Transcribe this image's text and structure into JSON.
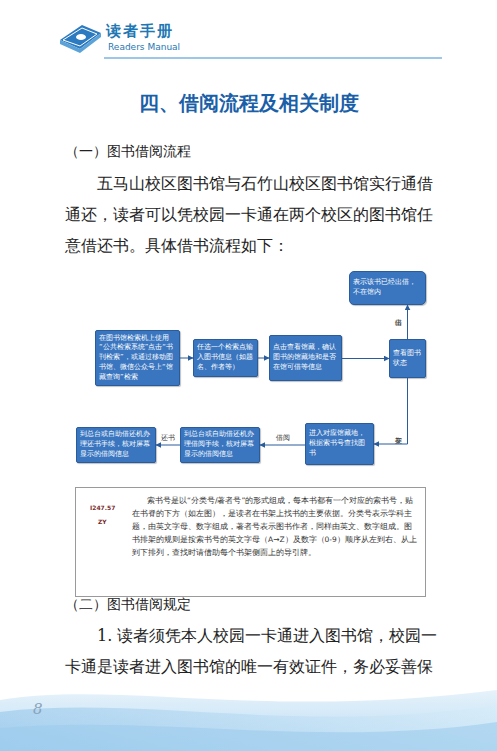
{
  "diagram": {
    "title": "四、借阅流程及相关制度",
    "nodes": [
      {
        "text": [
          "在图书馆检索机上使用“公共检索系统”点击“书刊检索”，或通过移动图书馆、微信公众号上“馆藏查询”检索"
        ]
      },
      {
        "text": [
          "任选一个检索点输入图书信息（如题名、作者等）"
        ]
      },
      {
        "text": [
          "点击查看馆藏，确认图书的馆藏地和是否在馆可借等信息"
        ]
      },
      {
        "text": [
          "查看图书状态"
        ]
      },
      {
        "text": [
          "表示该书已经出借，不在馆内"
        ]
      },
      {
        "text": [
          "进入对应馆藏地，根据索书号查找图书"
        ]
      },
      {
        "text": [
          "到总台或自助借还机办理借阅手续，核对屏幕显示的借阅信息"
        ]
      },
      {
        "text": [
          "到总台或自助借还机办理还书手续，核对屏幕显示的借阅信息"
        ]
      },
      {
        "text": [
          "索书号是以“分类号/著者号”的形式组成，每本书都有一个对应的索书号，贴在书脊的下方（如左图），是读者在书架上找书的主要依据。分类号表示学科主题，由英文字母、数字组成，著者号表示图书作者，同样由英文、数字组成。图书排架的规则是按索书号的英文字母（A→Z）及数字（0-9）顺序从左到右、从上到下排列，查找时请借助每个书架侧面上的导引牌。"
        ]
      }
    ],
    "edges": [
      {
        "from": 0,
        "to": 1,
        "arrow": "to"
      },
      {
        "from": 1,
        "to": 2,
        "arrow": "to"
      },
      {
        "from": 2,
        "to": 3,
        "arrow": "to"
      },
      {
        "from": 3,
        "to": 4,
        "label": "借出",
        "arrow": "to"
      },
      {
        "from": 3,
        "to": 5,
        "label": "在架",
        "arrow": "to"
      },
      {
        "from": 5,
        "to": 6,
        "label": "借阅",
        "arrow": "to"
      },
      {
        "from": 6,
        "to": 7,
        "label": "还书",
        "arrow": "to"
      }
    ],
    "labels": [
      "读者手册",
      "Readers Manual",
      "（一）图书借阅流程",
      "五马山校区图书馆与石竹山校区图书馆实行通借通还，读者可以凭校园一卡通在两个校区的图书馆任意借还书。具体借书流程如下：",
      "I247.57",
      "ZY",
      "（二）图书借阅规定",
      "1. 读者须凭本人校园一卡通进入图书馆，校园一卡通是读者进入图书馆的唯一有效证件，务必妥善保",
      "8"
    ]
  }
}
